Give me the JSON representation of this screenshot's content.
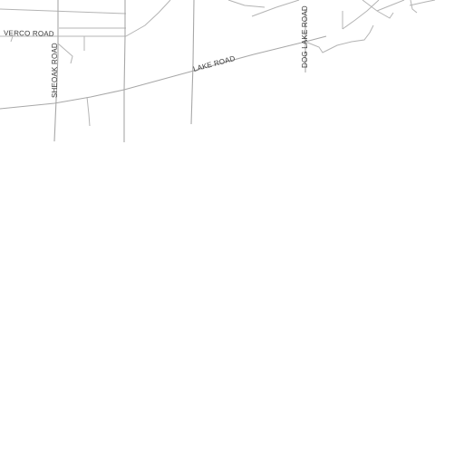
{
  "map": {
    "background": "#ffffff",
    "road_color": "#b4b4b4",
    "label_color": "#3a3a3a",
    "labels": {
      "verco_road": "VERCO ROAD",
      "sheoak_road": "SHEOAK ROAD",
      "lake_road": "LAKE ROAD",
      "dog_lake_road": "DOG LAKE ROAD"
    }
  }
}
